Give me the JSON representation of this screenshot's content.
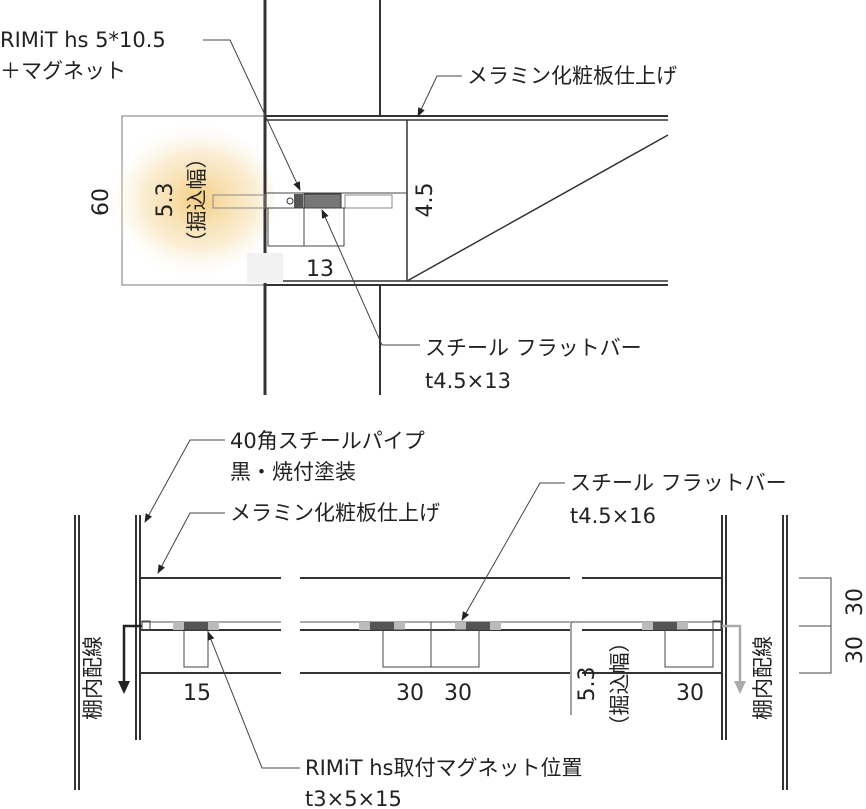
{
  "top": {
    "label_rimit_line1": "RIMiT hs 5*10.5",
    "label_rimit_line2": "＋マグネット",
    "label_finish": "メラミン化粧板仕上げ",
    "dim_60": "60",
    "dim_53": "5.3",
    "dim_53_note": "（掘込幅）",
    "dim_45": "4.5",
    "dim_13": "13",
    "label_flatbar_line1": "スチール フラットバー",
    "label_flatbar_line2": "t4.5×13"
  },
  "bottom": {
    "label_pipe_line1": "40角スチールパイプ",
    "label_pipe_line2": "黒・焼付塗装",
    "label_finish": "メラミン化粧板仕上げ",
    "label_flatbar_line1": "スチール フラットバー",
    "label_flatbar_line2": "t4.5×16",
    "label_wiring_left": "棚内配線",
    "label_wiring_right": "棚内配線",
    "dim_15": "15",
    "dim_30a": "30",
    "dim_30b": "30",
    "dim_30c": "30",
    "dim_53": "5.3",
    "dim_53_note": "（掘込幅）",
    "dim_right_top": "30",
    "dim_right_bottom": "30",
    "label_magnet_line1": "RIMiT hs取付マグネット位置",
    "label_magnet_line2": "t3×5×15"
  },
  "colors": {
    "line": "#333333",
    "glow": "#f3c874",
    "magnet": "#555555",
    "magnet_light": "#bbbbbb",
    "arrow_grey": "#aaaaaa"
  }
}
